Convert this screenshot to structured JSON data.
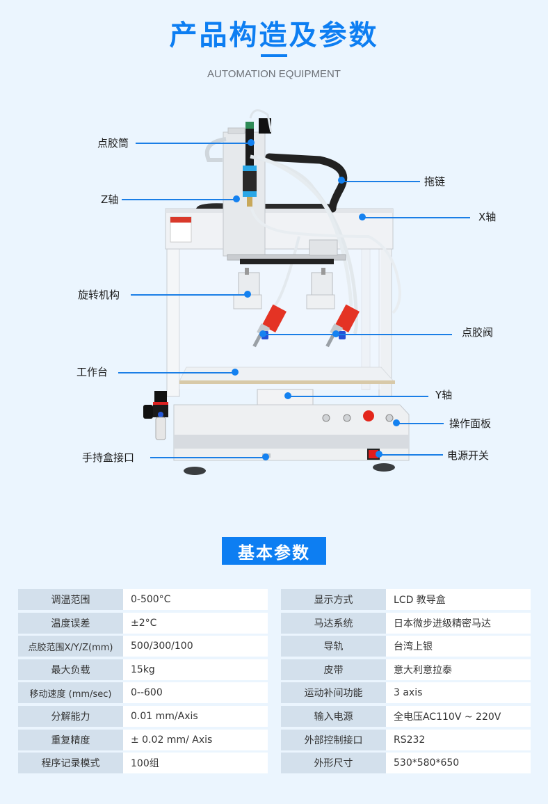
{
  "header": {
    "title": "产品构造及参数",
    "subtitle": "AUTOMATION EQUIPMENT"
  },
  "diagram": {
    "callouts": [
      {
        "id": "glue-barrel",
        "label": "点胶筒",
        "side": "left"
      },
      {
        "id": "z-axis",
        "label": "Z轴",
        "side": "left"
      },
      {
        "id": "drag-chain",
        "label": "拖链",
        "side": "right"
      },
      {
        "id": "x-axis",
        "label": "X轴",
        "side": "right"
      },
      {
        "id": "rotation-mechanism",
        "label": "旋转机构",
        "side": "left"
      },
      {
        "id": "dispensing-valve",
        "label": "点胶阀",
        "side": "right"
      },
      {
        "id": "worktable",
        "label": "工作台",
        "side": "left"
      },
      {
        "id": "y-axis",
        "label": "Y轴",
        "side": "right"
      },
      {
        "id": "operation-panel",
        "label": "操作面板",
        "side": "right"
      },
      {
        "id": "handheld-port",
        "label": "手持盒接口",
        "side": "left"
      },
      {
        "id": "power-switch",
        "label": "电源开关",
        "side": "right"
      }
    ]
  },
  "specs": {
    "section_title": "基本参数",
    "left": [
      {
        "label": "调温范围",
        "value": "0-500°C"
      },
      {
        "label": "温度误差",
        "value": "±2°C"
      },
      {
        "label": "点胶范围X/Y/Z(mm)",
        "value": "500/300/100"
      },
      {
        "label": "最大负载",
        "value": "15kg"
      },
      {
        "label": "移动速度 (mm/sec)",
        "value": "0--600"
      },
      {
        "label": "分解能力",
        "value": "0.01 mm/Axis"
      },
      {
        "label": "重复精度",
        "value": "± 0.02 mm/ Axis"
      },
      {
        "label": "程序记录模式",
        "value": "100组"
      }
    ],
    "right": [
      {
        "label": "显示方式",
        "value": "LCD 教导盒"
      },
      {
        "label": "马达系统",
        "value": "日本微步进级精密马达"
      },
      {
        "label": "导轨",
        "value": "台湾上银"
      },
      {
        "label": "皮带",
        "value": "意大利意拉泰"
      },
      {
        "label": "运动补间功能",
        "value": "3 axis"
      },
      {
        "label": "输入电源",
        "value": "全电压AC110V ~ 220V"
      },
      {
        "label": "外部控制接口",
        "value": "RS232"
      },
      {
        "label": "外形尺寸",
        "value": "530*580*650"
      }
    ]
  },
  "colors": {
    "background": "#ebf5fe",
    "accent": "#0d7ef2",
    "label_cell": "#d3e0ec",
    "value_cell": "#ffffff"
  }
}
